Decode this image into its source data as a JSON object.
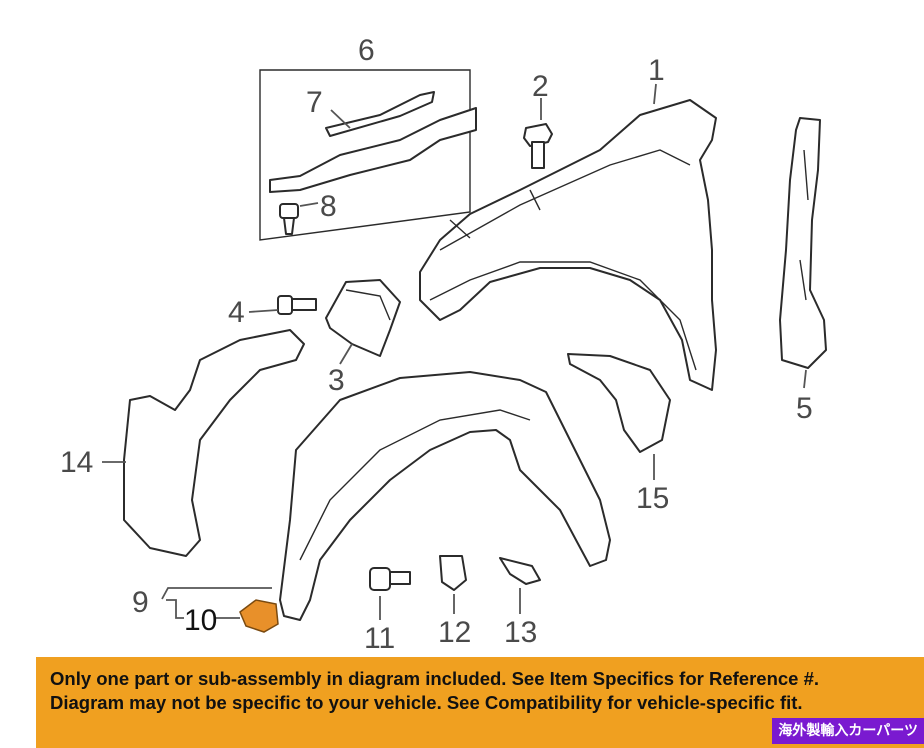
{
  "diagram": {
    "callouts": [
      "1",
      "2",
      "3",
      "4",
      "5",
      "6",
      "7",
      "8",
      "9",
      "10",
      "11",
      "12",
      "13",
      "14",
      "15"
    ]
  },
  "banner": {
    "line1": "Only one part or sub-assembly in diagram included. See Item Specifics for Reference #.",
    "line2": "Diagram may not be specific to your vehicle. See Compatibility for vehicle-specific fit.",
    "stamp": "海外製輸入カーパーツ",
    "color": "#f0a020",
    "stamp_color": "#7a1ad0"
  },
  "colors": {
    "highlight_part": "#e8902a",
    "line": "#2b2b2b"
  }
}
